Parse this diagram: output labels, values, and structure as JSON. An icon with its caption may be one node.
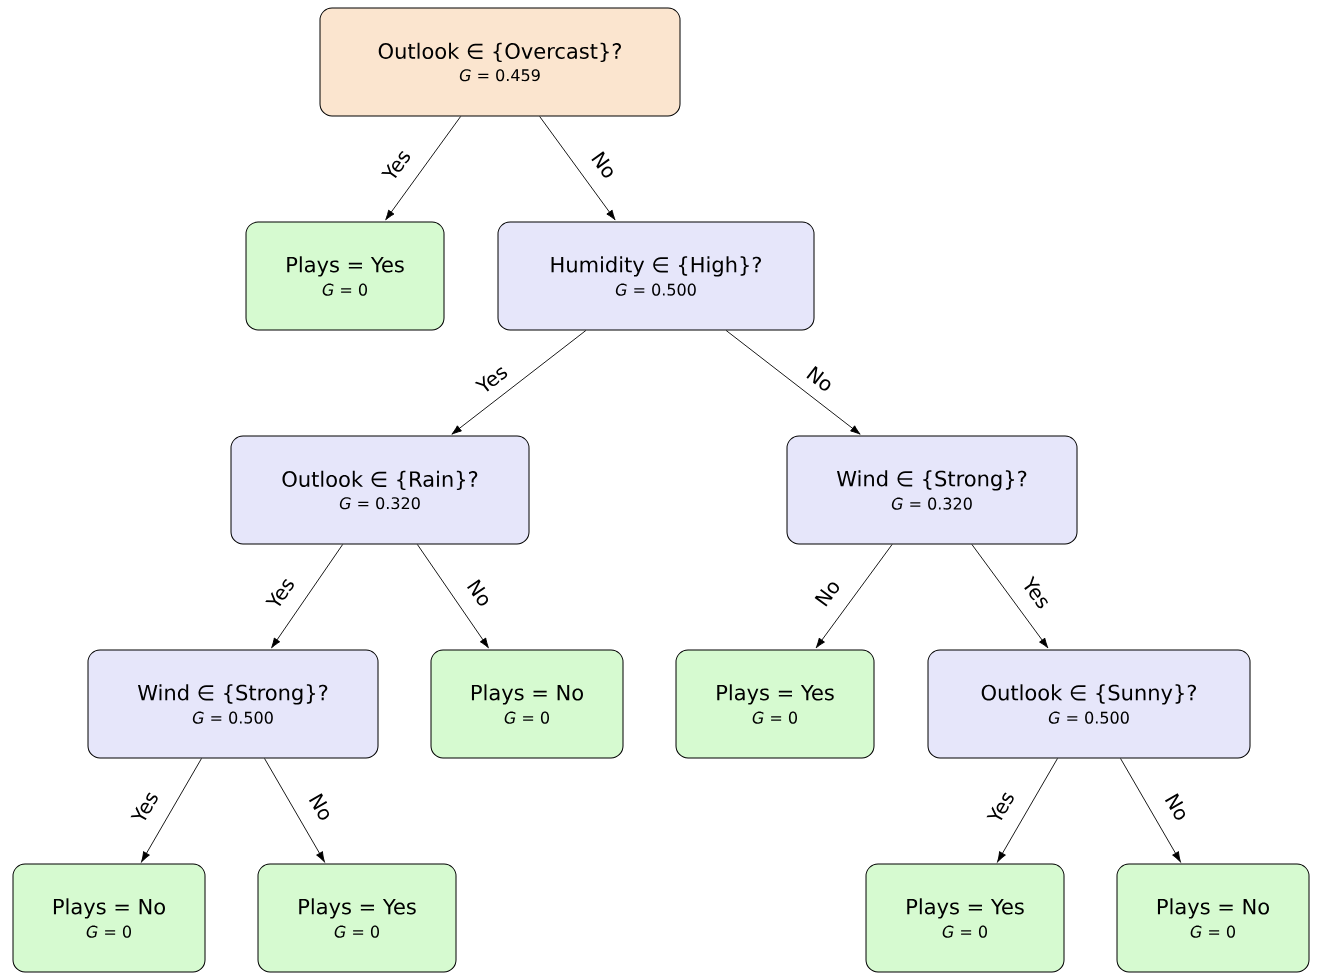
{
  "diagram": {
    "nodes": [
      {
        "text": [
          "Outlook ∈ {Overcast}?",
          "*G* = 0.459"
        ]
      },
      {
        "text": [
          "Plays = Yes",
          "*G* = 0"
        ]
      },
      {
        "text": [
          "Humidity ∈ {High}?",
          "*G* = 0.500"
        ]
      },
      {
        "text": [
          "Outlook ∈ {Rain}?",
          "*G* = 0.320"
        ]
      },
      {
        "text": [
          "Wind ∈ {Strong}?",
          "*G* = 0.320"
        ]
      },
      {
        "text": [
          "Wind ∈ {Strong}?",
          "*G* = 0.500"
        ]
      },
      {
        "text": [
          "Plays = No",
          "*G* = 0"
        ]
      },
      {
        "text": [
          "Plays = Yes",
          "*G* = 0"
        ]
      },
      {
        "text": [
          "Outlook ∈ {Sunny}?",
          "*G* = 0.500"
        ]
      },
      {
        "text": [
          "Plays = No",
          "*G* = 0"
        ]
      },
      {
        "text": [
          "Plays = Yes",
          "*G* = 0"
        ]
      },
      {
        "text": [
          "Plays = Yes",
          "*G* = 0"
        ]
      },
      {
        "text": [
          "Plays = No",
          "*G* = 0"
        ]
      }
    ],
    "edges": [
      {
        "from": 0,
        "to": 1,
        "arrow": "to",
        "label": "Yes"
      },
      {
        "from": 0,
        "to": 2,
        "arrow": "to",
        "label": "No"
      },
      {
        "from": 2,
        "to": 3,
        "arrow": "to",
        "label": "Yes"
      },
      {
        "from": 2,
        "to": 4,
        "arrow": "to",
        "label": "No"
      },
      {
        "from": 3,
        "to": 5,
        "arrow": "to",
        "label": "Yes"
      },
      {
        "from": 3,
        "to": 6,
        "arrow": "to",
        "label": "No"
      },
      {
        "from": 4,
        "to": 7,
        "arrow": "to",
        "label": "No"
      },
      {
        "from": 4,
        "to": 8,
        "arrow": "to",
        "label": "Yes"
      },
      {
        "from": 5,
        "to": 9,
        "arrow": "to",
        "label": "Yes"
      },
      {
        "from": 5,
        "to": 10,
        "arrow": "to",
        "label": "No"
      },
      {
        "from": 8,
        "to": 11,
        "arrow": "to",
        "label": "Yes"
      },
      {
        "from": 8,
        "to": 12,
        "arrow": "to",
        "label": "No"
      }
    ]
  }
}
